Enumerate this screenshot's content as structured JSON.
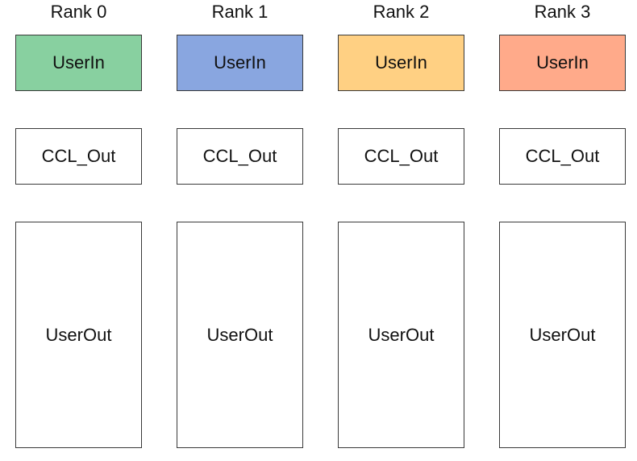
{
  "ranks": [
    {
      "title": "Rank 0",
      "userin_label": "UserIn",
      "ccl_label": "CCL_Out",
      "userout_label": "UserOut",
      "userin_color": "#88d0a0"
    },
    {
      "title": "Rank 1",
      "userin_label": "UserIn",
      "ccl_label": "CCL_Out",
      "userout_label": "UserOut",
      "userin_color": "#89a6e0"
    },
    {
      "title": "Rank 2",
      "userin_label": "UserIn",
      "ccl_label": "CCL_Out",
      "userout_label": "UserOut",
      "userin_color": "#ffd083"
    },
    {
      "title": "Rank 3",
      "userin_label": "UserIn",
      "ccl_label": "CCL_Out",
      "userout_label": "UserOut",
      "userin_color": "#ffaa8a"
    }
  ]
}
